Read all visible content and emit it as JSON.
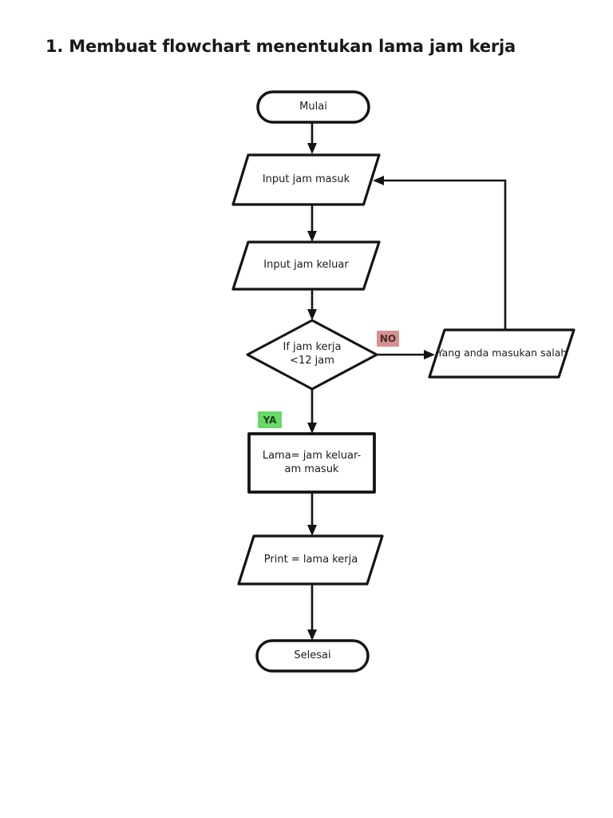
{
  "page": {
    "title": "1. Membuat flowchart menentukan lama jam kerja"
  },
  "flowchart": {
    "start_label": "Mulai",
    "input_jam_masuk_label": "Input jam masuk",
    "input_jam_keluar_label": "Input jam keluar",
    "decision_label_line1": "If jam kerja",
    "decision_label_line2": "<12 jam",
    "no_branch_label": "NO",
    "ya_branch_label": "YA",
    "error_label": "Yang anda masukan salah",
    "process_label_line1": "Lama= jam keluar-",
    "process_label_line2": "am masuk",
    "print_label": "Print = lama kerja",
    "end_label": "Selesai",
    "colors": {
      "line": "#141414",
      "no_badge_bg": "#d69090",
      "no_badge_text": "#4a2c28",
      "ya_badge_bg": "#67d967",
      "ya_badge_text": "#1f3f1f"
    }
  }
}
